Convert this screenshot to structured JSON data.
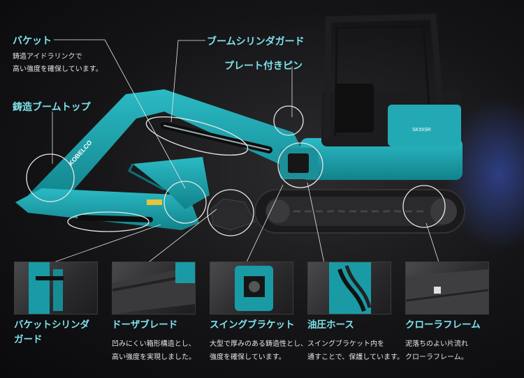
{
  "colors": {
    "accent_text": "#7fe2ec",
    "machine_teal": "#1aa3ad",
    "machine_dark": "#1c1c1e",
    "background": "#141416"
  },
  "machine": {
    "brand_mark": "KOBELCO",
    "model": "SK55SR"
  },
  "callouts": {
    "bucket": {
      "title": "バケット",
      "lines": [
        "鋳造アイドラリンクで",
        "高い強度を確保しています。"
      ]
    },
    "cast_boom_top": {
      "title": "鋳造ブームトップ"
    },
    "boom_cylinder_guard": {
      "title": "ブームシリンダガード"
    },
    "plate_pin": {
      "title": "プレート付きピン"
    }
  },
  "features": [
    {
      "title_lines": [
        "バケットシリンダ",
        "ガード"
      ],
      "lines": [],
      "icon": "bucket-cylinder-guard-photo"
    },
    {
      "title_lines": [
        "ドーザブレード"
      ],
      "lines": [
        "凹みにくい箱形構造とし、",
        "高い強度を実現しました。"
      ],
      "icon": "dozer-blade-photo"
    },
    {
      "title_lines": [
        "スイングブラケット"
      ],
      "lines": [
        "大型で厚みのある鋳造性とし、",
        "強度を確保しています。"
      ],
      "icon": "swing-bracket-photo"
    },
    {
      "title_lines": [
        "油圧ホース"
      ],
      "lines": [
        "スイングブラケット内を",
        "通すことで、保護しています。"
      ],
      "icon": "hydraulic-hose-photo"
    },
    {
      "title_lines": [
        "クローラフレーム"
      ],
      "lines": [
        "泥落ちのよい片流れ",
        "クローラフレーム。"
      ],
      "icon": "crawler-frame-photo"
    }
  ]
}
